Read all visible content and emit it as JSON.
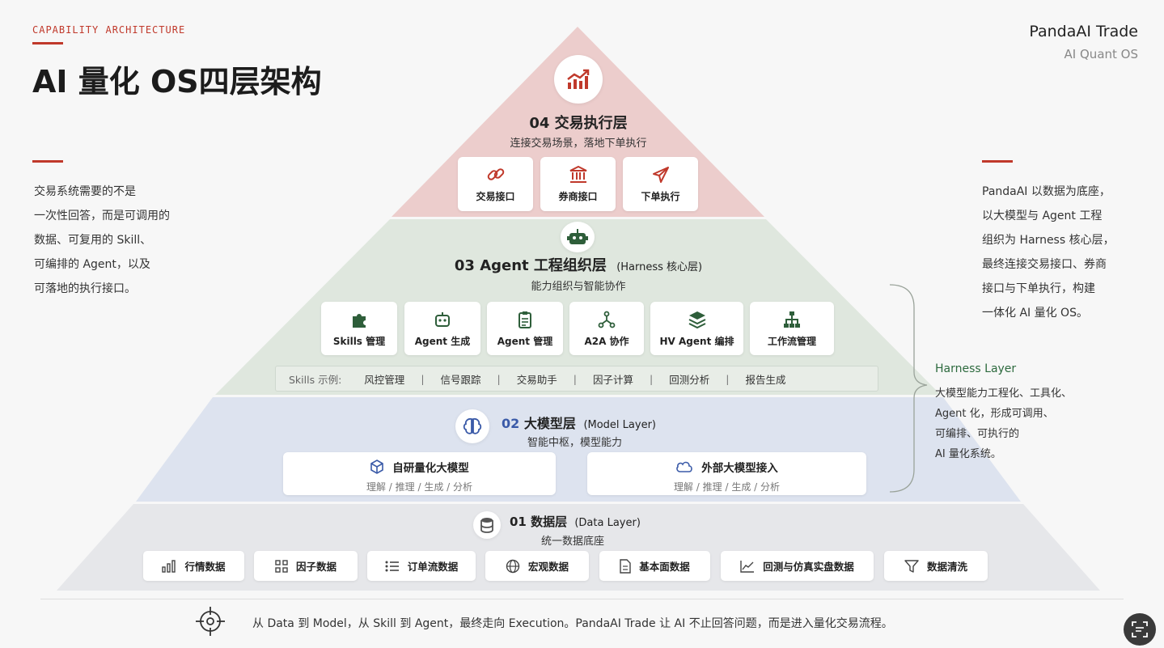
{
  "header": {
    "kicker": "CAPABILITY ARCHITECTURE",
    "title": "AI 量化 OS四层架构",
    "brand_name": "PandaAI Trade",
    "brand_sub": "AI Quant OS"
  },
  "left_note": [
    "交易系统需要的不是",
    "一次性回答，而是可调用的",
    "数据、可复用的 Skill、",
    "可编排的 Agent，以及",
    "可落地的执行接口。"
  ],
  "right_note": [
    "PandaAI 以数据为底座，",
    "以大模型与 Agent 工程",
    "组织为 Harness 核心层，",
    "最终连接交易接口、券商",
    "接口与下单执行，构建",
    "一体化 AI 量化 OS。"
  ],
  "harness": {
    "title": "Harness Layer",
    "desc": [
      "大模型能力工程化、工具化、",
      "Agent 化，形成可调用、",
      "可编排、可执行的",
      "AI 量化系统。"
    ]
  },
  "layer4": {
    "title": "04  交易执行层",
    "subtitle": "连接交易场景，落地下单执行",
    "cards": [
      "交易接口",
      "券商接口",
      "下单执行"
    ]
  },
  "layer3": {
    "title": "03  Agent  工程组织层",
    "title_note": "(Harness 核心层)",
    "subtitle": "能力组织与智能协作",
    "cards": [
      "Skills 管理",
      "Agent 生成",
      "Agent 管理",
      "A2A 协作",
      "HV Agent 编排",
      "工作流管理"
    ],
    "skills_label": "Skills  示例:",
    "skills": [
      "风控管理",
      "信号跟踪",
      "交易助手",
      "因子计算",
      "回测分析",
      "报告生成"
    ]
  },
  "layer2": {
    "number": "02",
    "title": "大模型层",
    "title_note": "(Model Layer)",
    "subtitle": "智能中枢，模型能力",
    "boxes": [
      {
        "title": "自研量化大模型",
        "sub": "理解 / 推理 / 生成 / 分析"
      },
      {
        "title": "外部大模型接入",
        "sub": "理解 / 推理 / 生成 / 分析"
      }
    ]
  },
  "layer1": {
    "title": "01  数据层",
    "title_note": "(Data Layer)",
    "subtitle": "统一数据底座",
    "pills": [
      "行情数据",
      "因子数据",
      "订单流数据",
      "宏观数据",
      "基本面数据",
      "回测与仿真实盘数据",
      "数据清洗"
    ]
  },
  "footer": {
    "text": "从 Data 到 Model，从 Skill 到 Agent，最终走向 Execution。PandaAI Trade 让 AI 不止回答问题，而是进入量化交易流程。"
  },
  "colors": {
    "accent_red": "#c0392b",
    "layer4_fill": "#eccdcc",
    "layer3_fill": "#dfe7de",
    "layer2_fill": "#dde3ef",
    "layer1_fill": "#e6e7ea",
    "agent_green": "#2e5e3a",
    "model_blue": "#3a5aa8"
  }
}
